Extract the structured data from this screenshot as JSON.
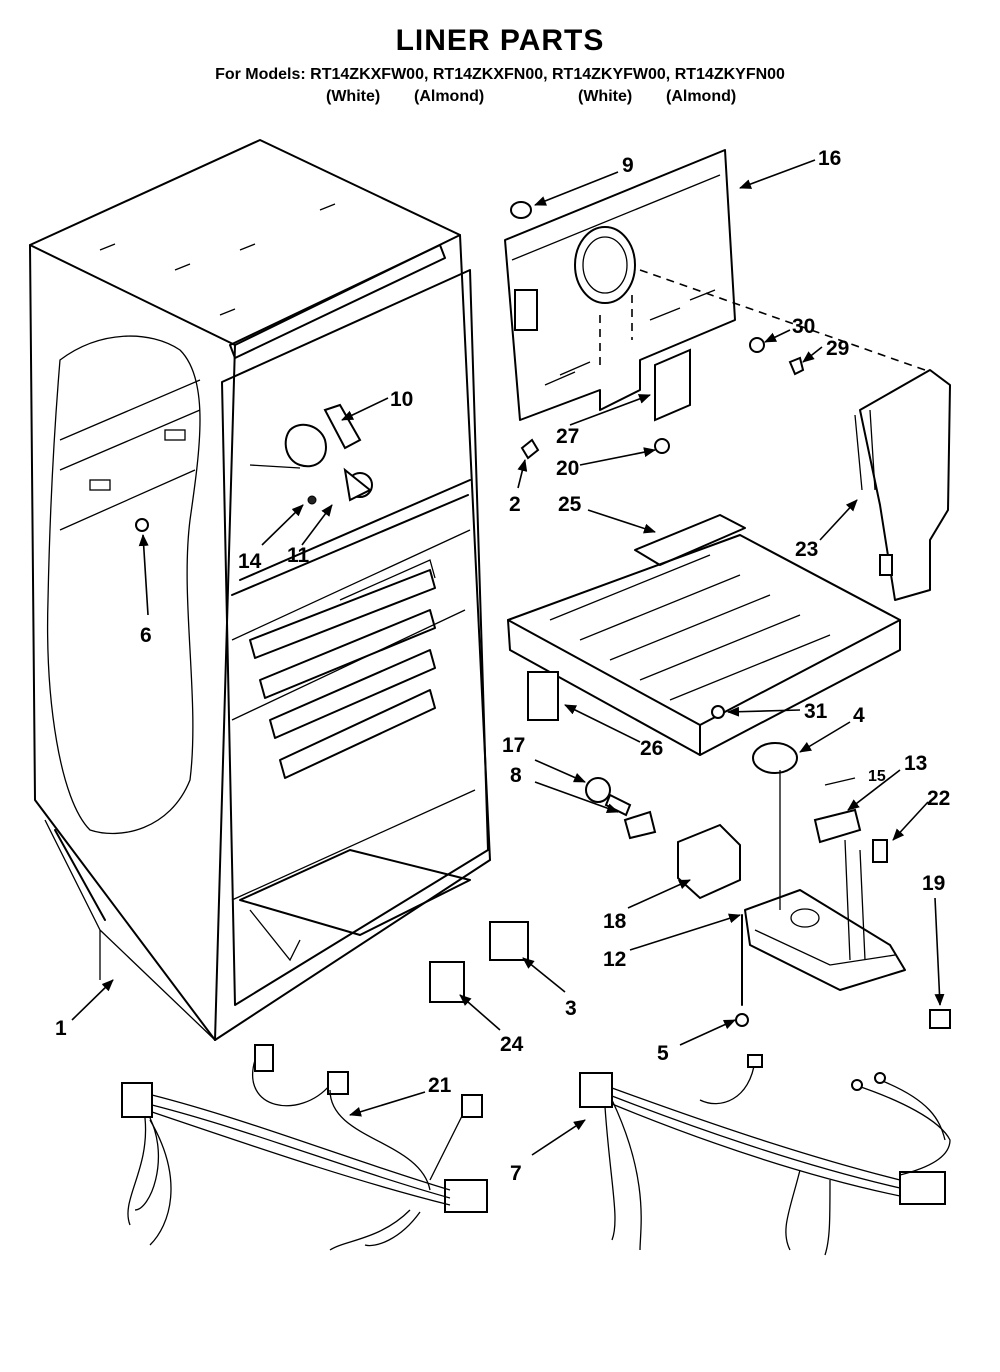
{
  "header": {
    "title": "LINER PARTS",
    "models_line": "For Models: RT14ZKXFW00, RT14ZKXFN00, RT14ZKYFW00, RT14ZKYFN00",
    "finish_labels": [
      "(White)",
      "(Almond)",
      "(White)",
      "(Almond)"
    ]
  },
  "callouts": {
    "p1": "1",
    "p2": "2",
    "p3": "3",
    "p4": "4",
    "p5": "5",
    "p6": "6",
    "p7": "7",
    "p8": "8",
    "p9": "9",
    "p10": "10",
    "p11": "11",
    "p12": "12",
    "p13": "13",
    "p14": "14",
    "p15": "15",
    "p16": "16",
    "p17": "17",
    "p18": "18",
    "p19": "19",
    "p20": "20",
    "p21": "21",
    "p22": "22",
    "p23": "23",
    "p24": "24",
    "p25": "25",
    "p26": "26",
    "p27": "27",
    "p29": "29",
    "p30": "30",
    "p31": "31"
  }
}
